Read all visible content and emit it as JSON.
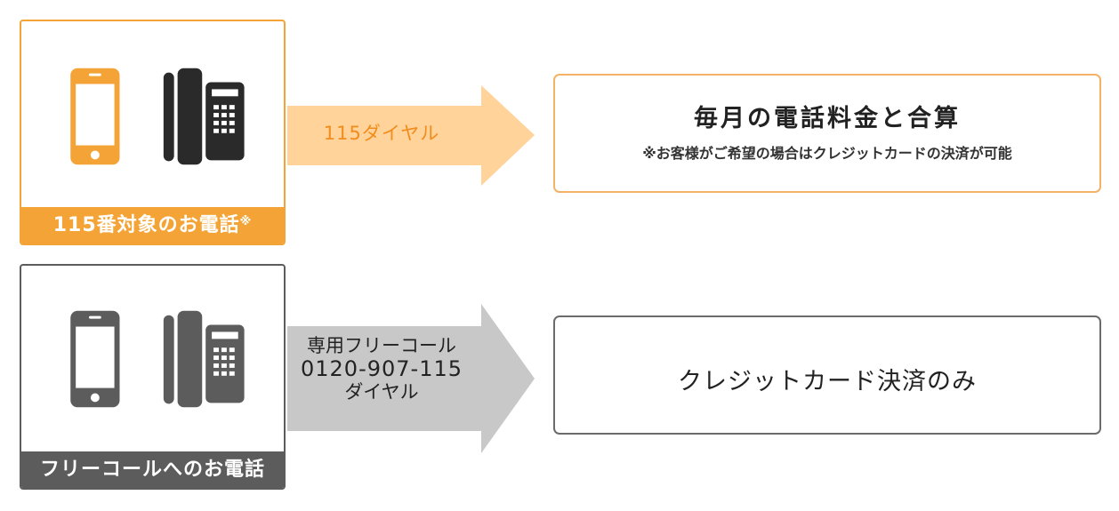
{
  "rows": [
    {
      "device_label": "115番対象のお電話",
      "device_label_mark": "※",
      "arrow_text": "115ダイヤル",
      "result_main": "毎月の電話料金と合算",
      "result_note": "※お客様がご希望の場合はクレジットカードの決済が可能",
      "accent_color": "#f4a436",
      "arrow_color": "#ffd39a",
      "icons": [
        "smartphone-icon",
        "desk-phone-icon"
      ]
    },
    {
      "device_label": "フリーコールへのお電話",
      "arrow_text_line1": "専用フリーコール",
      "arrow_text_line2": "0120-907-115",
      "arrow_text_line3": "ダイヤル",
      "result_main": "クレジットカード決済のみ",
      "accent_color": "#5c5c5c",
      "arrow_color": "#c8c8c8",
      "icons": [
        "smartphone-icon",
        "desk-phone-icon"
      ]
    }
  ]
}
